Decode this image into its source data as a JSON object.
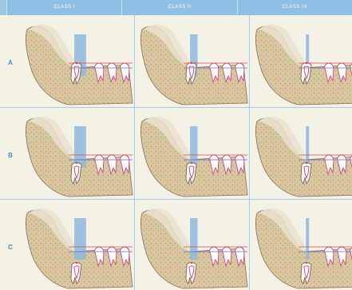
{
  "columns": [
    {
      "label": "CLASS   I",
      "ramus_overlap": 0.6
    },
    {
      "label": "CLASS   II",
      "ramus_overlap": 0.3
    },
    {
      "label": "CLASS   III",
      "ramus_overlap": 0.0
    }
  ],
  "rows": [
    {
      "label": "A",
      "depth": "occlusal"
    },
    {
      "label": "B",
      "depth": "cervical"
    },
    {
      "label": "C",
      "depth": "below-cervical"
    }
  ],
  "colors": {
    "header": "#8fbfe2",
    "row_label": "#3f8ccc",
    "grid_line": "#a9cbe5",
    "bone": "#d9c7a0",
    "bone_dark": "#b89e6d",
    "ramus": "#e9e2cf",
    "ramus_band": "#8db8dc",
    "tooth": "#ffffff",
    "tooth_outline": "#8a6d4e",
    "pulp": "#d9477e",
    "occlusal_line_red": "#d94a4a",
    "occlusal_line_blue": "#5a6fcf"
  }
}
